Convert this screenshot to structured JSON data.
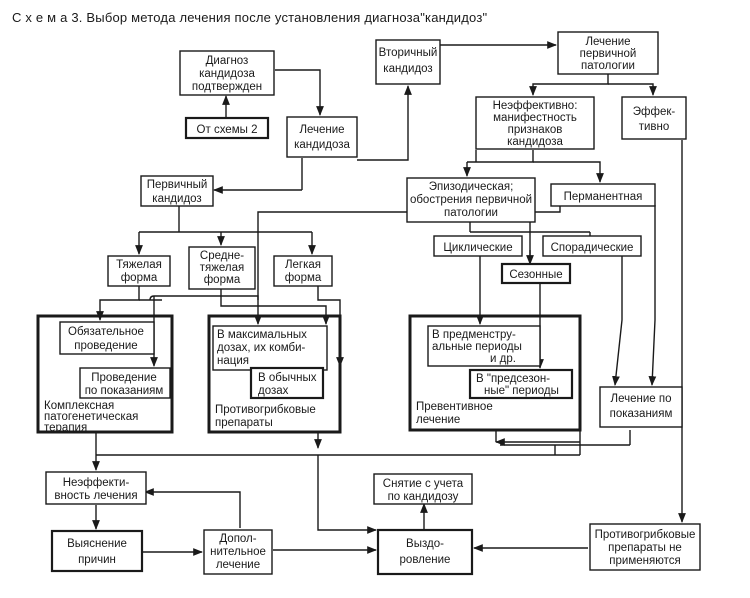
{
  "title": "С х е м а  3. Выбор метода лечения после установления диагноза\"кандидоз\"",
  "nodes": {
    "diagnosis_confirmed": [
      "Диагноз",
      "кандидоза",
      "подтвержден"
    ],
    "from_scheme2": [
      "От схемы 2"
    ],
    "candidiasis_treatment": [
      "Лечение",
      "кандидоза"
    ],
    "secondary_candidiasis": [
      "Вторичный",
      "кандидоз"
    ],
    "primary_pathology_treatment": [
      "Лечение",
      "первичной",
      "патологии"
    ],
    "ineffective_manifest": [
      "Неэффективно:",
      "манифестность",
      "признаков",
      "кандидоза"
    ],
    "effective": [
      "Эффек-",
      "тивно"
    ],
    "primary_candidiasis": [
      "Первичный",
      "кандидоз"
    ],
    "episodic": [
      "Эпизодическая;",
      "обострения первичной",
      "патологии"
    ],
    "permanent": [
      "Перманентная"
    ],
    "cyclic": [
      "Циклические"
    ],
    "sporadic": [
      "Спорадические"
    ],
    "seasonal": [
      "Сезонные"
    ],
    "severe_form": [
      "Тяжелая",
      "форма"
    ],
    "moderate_form": [
      "Средне-",
      "тяжелая",
      "форма"
    ],
    "mild_form": [
      "Легкая",
      "форма"
    ],
    "mandatory": [
      "Обязательное",
      "проведение"
    ],
    "as_indicated": [
      "Проведение",
      "по показаниям"
    ],
    "complex_therapy": [
      "Комплексная",
      "патогенетическая",
      "терапия"
    ],
    "max_doses": [
      "В максимальных",
      "дозах, их комби-",
      "нация"
    ],
    "usual_doses": [
      "В обычных",
      "дозах"
    ],
    "antifungal_drugs": [
      "Противогрибковые",
      "препараты"
    ],
    "premenstrual": [
      "В предменстру-",
      "альные периоды",
      "и др."
    ],
    "preseasonal": [
      "В \"предсезон-",
      "ные\" периоды"
    ],
    "preventive": [
      "Превентивное",
      "лечение"
    ],
    "treatment_as_indicated": [
      "Лечение по",
      "показаниям"
    ],
    "ineffective_treatment": [
      "Неэффекти-",
      "вность лечения"
    ],
    "deregistration": [
      "Снятие с учета",
      "по кандидозу"
    ],
    "find_causes": [
      "Выяснение",
      "причин"
    ],
    "additional_treatment": [
      "Допол-",
      "нительное",
      "лечение"
    ],
    "recovery": [
      "Выздо-",
      "ровление"
    ],
    "antifungal_not_used": [
      "Противогрибковые",
      "препараты не",
      "применяются"
    ]
  }
}
